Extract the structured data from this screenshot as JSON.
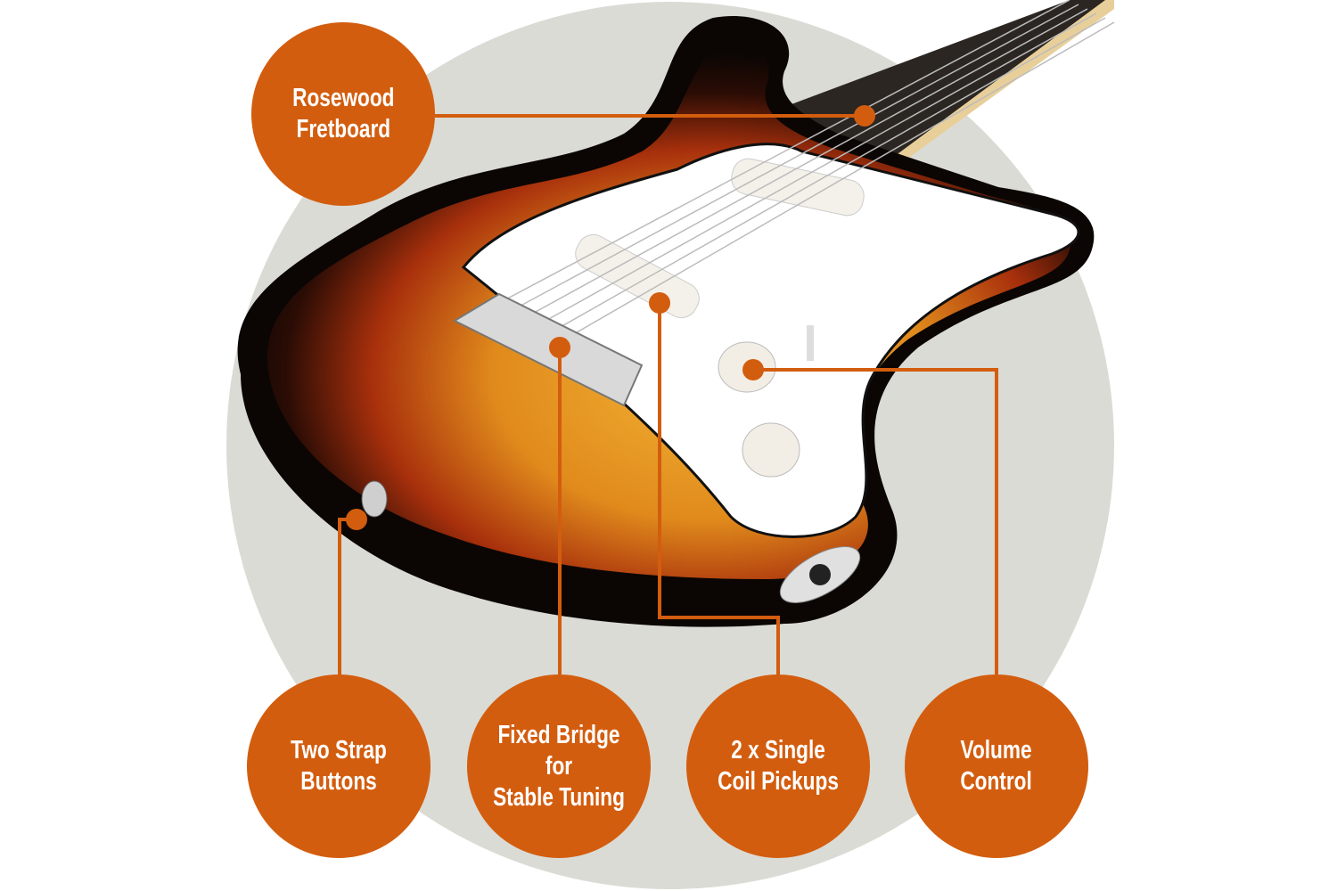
{
  "colors": {
    "accent": "#d35d0e",
    "backdrop": "#dbdbd5"
  },
  "callouts": [
    {
      "id": "rosewood-fretboard",
      "label": "Rosewood\nFretboard"
    },
    {
      "id": "two-strap-buttons",
      "label": "Two Strap\nButtons"
    },
    {
      "id": "fixed-bridge",
      "label": "Fixed Bridge for\nStable Tuning"
    },
    {
      "id": "single-coil-pickups",
      "label": "2 x Single\nCoil Pickups"
    },
    {
      "id": "volume-control",
      "label": "Volume\nControl"
    }
  ]
}
